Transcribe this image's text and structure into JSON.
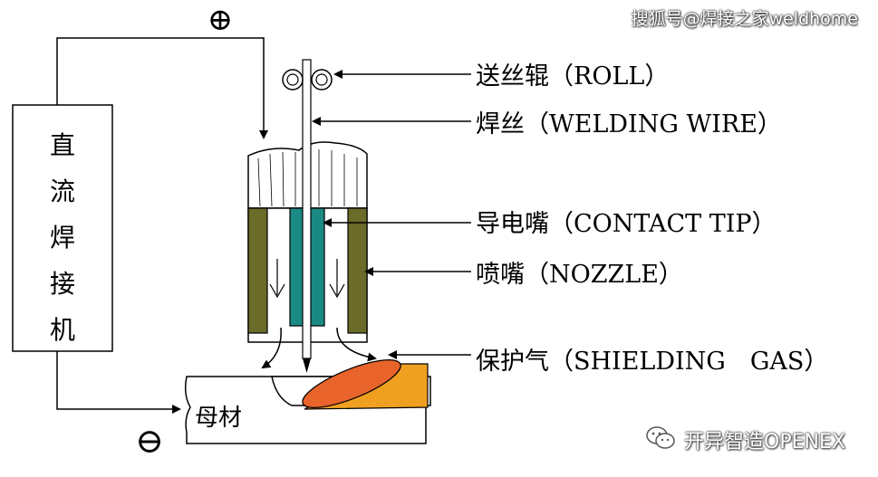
{
  "watermarks": {
    "top": "搜狐号@焊接之家weldhome",
    "bottom": "开异智造OPENEX"
  },
  "symbols": {
    "positive": "⊕",
    "negative": "⊖"
  },
  "power_source": {
    "label_chars": [
      "直",
      "流",
      "焊",
      "接",
      "机"
    ]
  },
  "base_metal": {
    "label": "母材"
  },
  "callouts": {
    "roll": "送丝辊（ROLL）",
    "welding_wire": "焊丝（WELDING WIRE）",
    "contact_tip": "导电嘴（CONTACT TIP）",
    "nozzle": "喷嘴（NOZZLE）",
    "shielding_gas": "保护气（SHIELDING　GAS）"
  },
  "colors": {
    "nozzle_wall": "#6b6b2a",
    "contact_tip": "#1b8a84",
    "weld_bead": "#f0a020",
    "arc_pool": "#e8642a",
    "line": "#000000"
  },
  "icons": [
    "wechat-icon"
  ]
}
